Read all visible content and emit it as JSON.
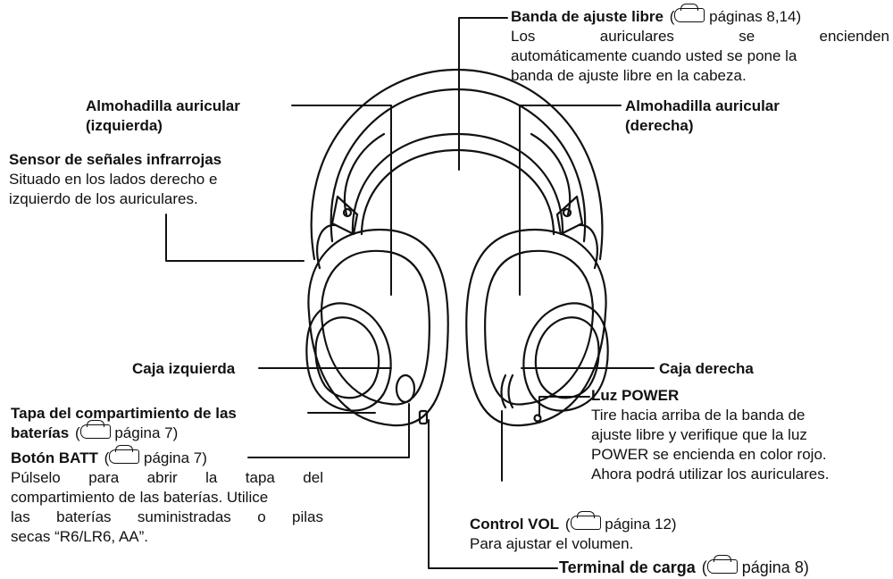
{
  "labels": {
    "band_title": "Banda de ajuste libre",
    "band_ref": "páginas 8,14)",
    "band_desc": [
      "Los auriculares se encienden",
      "automáticamente cuando usted se pone la",
      "banda de ajuste libre en la cabeza."
    ],
    "left_pad_1": "Almohadilla auricular",
    "left_pad_2": "(izquierda)",
    "right_pad_1": "Almohadilla auricular",
    "right_pad_2": "(derecha)",
    "ir_title": "Sensor de señales infrarrojas",
    "ir_desc": [
      "Situado en los lados derecho e",
      "izquierdo de los auriculares."
    ],
    "left_case": "Caja izquierda",
    "right_case": "Caja derecha",
    "battery_cover_1": "Tapa del compartimiento de las",
    "battery_cover_2": "baterías",
    "battery_cover_ref": "página 7)",
    "batt_title": "Botón BATT",
    "batt_ref": "página 7)",
    "batt_desc": [
      "Púlselo para abrir la tapa del",
      "compartimiento de las baterías. Utilice",
      "las baterías suministradas o pilas",
      "secas “R6/LR6, AA”."
    ],
    "power_title": "Luz POWER",
    "power_desc": [
      "Tire hacia arriba de la banda de",
      "ajuste libre y verifique que la luz",
      "POWER se encienda en color rojo.",
      "Ahora podrá utilizar los auriculares."
    ],
    "vol_title": "Control VOL",
    "vol_ref": "página 12)",
    "vol_desc": "Para ajustar el volumen.",
    "charge_title": "Terminal de carga",
    "charge_ref": "página 8)",
    "paren_open": "("
  }
}
